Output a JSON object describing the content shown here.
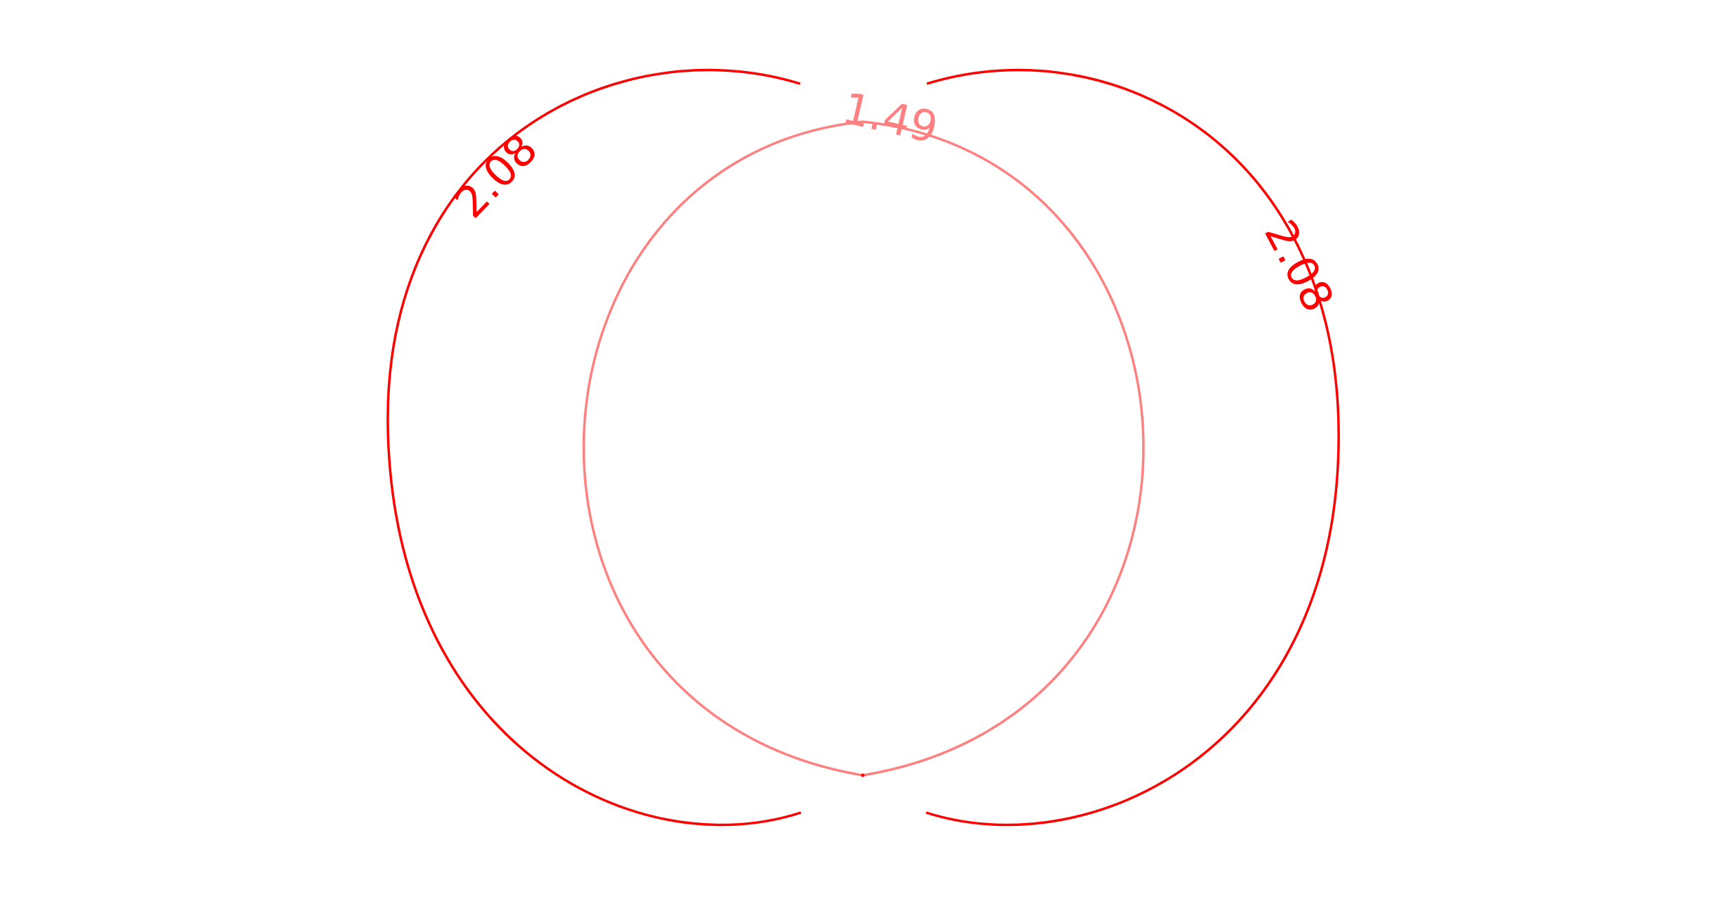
{
  "diagram": {
    "arcs": [
      {
        "name": "left-outer-arc",
        "label": "2.08",
        "color": "#ff0000"
      },
      {
        "name": "right-outer-arc",
        "label": "2.08",
        "color": "#ff0000"
      },
      {
        "name": "inner-loop-arc",
        "label": "1.49",
        "color": "#ff8080"
      }
    ],
    "node_color": "#ff0000"
  }
}
